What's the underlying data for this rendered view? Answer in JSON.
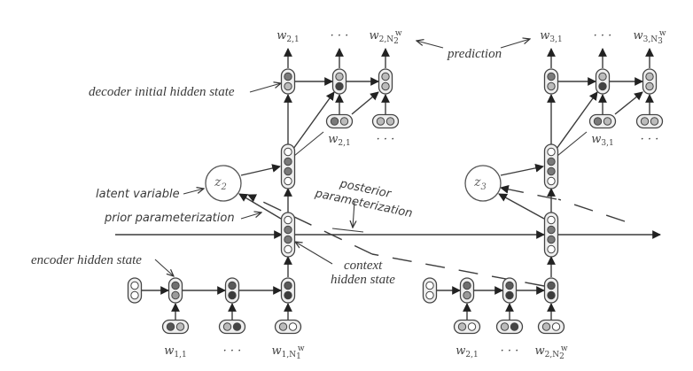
{
  "figure": {
    "annotations": {
      "decoder_initial_hidden_state": "decoder initial hidden state",
      "prediction": "prediction",
      "latent_variable": "latent variable",
      "prior_parameterization": "prior parameterization",
      "posterior_parameterization_line1": "posterior",
      "posterior_parameterization_line2": "parameterization",
      "encoder_hidden_state": "encoder hidden state",
      "context_hidden_state_line1": "context",
      "context_hidden_state_line2": "hidden state"
    },
    "latent_nodes": [
      {
        "id": "z2",
        "base": "z",
        "sub": "2"
      },
      {
        "id": "z3",
        "base": "z",
        "sub": "3"
      }
    ],
    "utterance_blocks": [
      {
        "encoder_tokens": [
          {
            "base": "w",
            "sub": "1,1",
            "sup": ""
          },
          {
            "base": "· · ·",
            "sub": "",
            "sup": ""
          },
          {
            "base": "w",
            "sub": "1,N",
            "subsub": "1",
            "sup": "w"
          }
        ],
        "encoder_state_colors": [
          [
            "#ffffff",
            "#ffffff"
          ],
          [
            "#6f6f6f",
            "#9a9a9a"
          ],
          [
            "#5a5a5a",
            "#3c3c3c"
          ],
          [
            "#5a5a5a",
            "#3c3c3c"
          ]
        ],
        "encoder_input_colors": [
          [
            "#555555",
            "#bbbbbb"
          ],
          [
            "#bbbbbb",
            "#444444"
          ],
          [
            "#bbbbbb",
            "#ffffff"
          ]
        ]
      },
      {
        "encoder_tokens": [
          {
            "base": "w",
            "sub": "2,1",
            "sup": ""
          },
          {
            "base": "· · ·",
            "sub": "",
            "sup": ""
          },
          {
            "base": "w",
            "sub": "2,N",
            "subsub": "2",
            "sup": "w"
          }
        ],
        "encoder_state_colors": [
          [
            "#ffffff",
            "#ffffff"
          ],
          [
            "#6f6f6f",
            "#9a9a9a"
          ],
          [
            "#5a5a5a",
            "#3c3c3c"
          ],
          [
            "#5a5a5a",
            "#3c3c3c"
          ]
        ],
        "encoder_input_colors": [
          [
            "#bbbbbb",
            "#ffffff"
          ],
          [
            "#bbbbbb",
            "#444444"
          ],
          [
            "#bbbbbb",
            "#ffffff"
          ]
        ]
      }
    ],
    "decoder_blocks": [
      {
        "outputs": [
          {
            "base": "w",
            "sub": "2,1",
            "sup": ""
          },
          {
            "base": "· · ·",
            "sub": "",
            "sup": ""
          },
          {
            "base": "w",
            "sub": "2,N",
            "subsub": "2",
            "sup": "w"
          }
        ],
        "inputs": [
          {
            "base": "w",
            "sub": "2,1",
            "sup": ""
          },
          {
            "base": "· · ·",
            "sub": "",
            "sup": ""
          }
        ]
      },
      {
        "outputs": [
          {
            "base": "w",
            "sub": "3,1",
            "sup": ""
          },
          {
            "base": "· · ·",
            "sub": "",
            "sup": ""
          },
          {
            "base": "w",
            "sub": "3,N",
            "subsub": "3",
            "sup": "w"
          }
        ],
        "inputs": [
          {
            "base": "w",
            "sub": "3,1",
            "sup": ""
          },
          {
            "base": "· · ·",
            "sub": "",
            "sup": ""
          }
        ]
      }
    ],
    "node_colors": {
      "light": "#bbbbbb",
      "white": "#ffffff",
      "mid": "#7a7a7a",
      "dark": "#444444"
    }
  }
}
